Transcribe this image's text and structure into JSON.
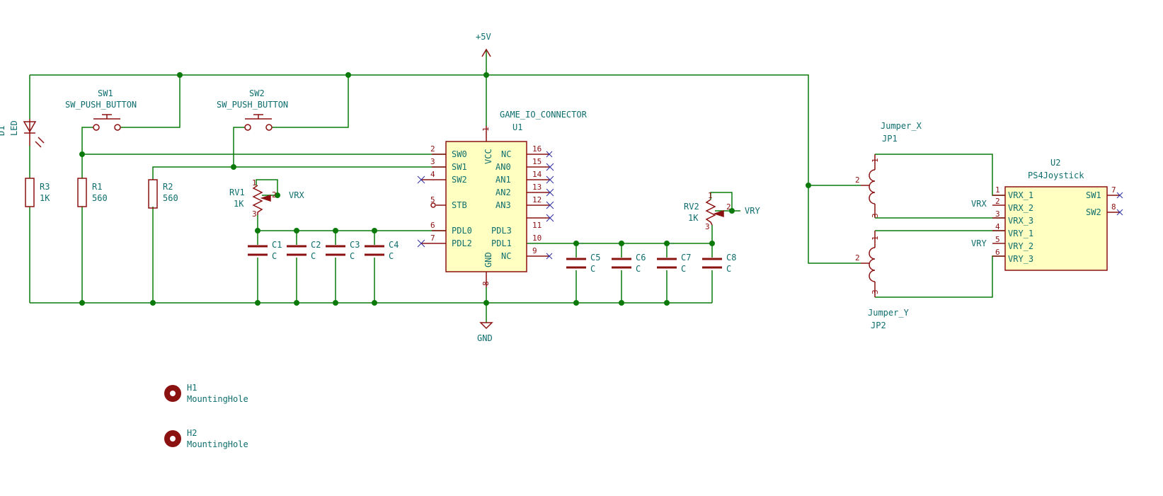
{
  "power": {
    "vcc_label": "+5V",
    "gnd_label": "GND"
  },
  "leds": [
    {
      "ref": "D1",
      "value": "LED"
    }
  ],
  "switches": [
    {
      "ref": "SW1",
      "value": "SW_PUSH_BUTTON"
    },
    {
      "ref": "SW2",
      "value": "SW_PUSH_BUTTON"
    }
  ],
  "resistors": [
    {
      "ref": "R3",
      "value": "1K"
    },
    {
      "ref": "R1",
      "value": "560"
    },
    {
      "ref": "R2",
      "value": "560"
    }
  ],
  "pots": [
    {
      "ref": "RV1",
      "value": "1K",
      "net": "VRX",
      "pins": [
        "1",
        "2",
        "3"
      ]
    },
    {
      "ref": "RV2",
      "value": "1K",
      "net": "VRY",
      "pins": [
        "1",
        "2",
        "3"
      ]
    }
  ],
  "capacitors": [
    {
      "ref": "C1",
      "value": "C"
    },
    {
      "ref": "C2",
      "value": "C"
    },
    {
      "ref": "C3",
      "value": "C"
    },
    {
      "ref": "C4",
      "value": "C"
    },
    {
      "ref": "C5",
      "value": "C"
    },
    {
      "ref": "C6",
      "value": "C"
    },
    {
      "ref": "C7",
      "value": "C"
    },
    {
      "ref": "C8",
      "value": "C"
    }
  ],
  "connector": {
    "name": "GAME_IO_CONNECTOR",
    "ref": "U1",
    "left_pins": [
      {
        "num": "2",
        "name": "SW0"
      },
      {
        "num": "3",
        "name": "SW1"
      },
      {
        "num": "4",
        "name": "SW2"
      },
      {
        "num": "5",
        "name": "STB"
      },
      {
        "num": "6",
        "name": "PDL0"
      },
      {
        "num": "7",
        "name": "PDL2"
      }
    ],
    "right_pins": [
      {
        "num": "16",
        "name": "NC"
      },
      {
        "num": "15",
        "name": "AN0"
      },
      {
        "num": "14",
        "name": "AN1"
      },
      {
        "num": "13",
        "name": "AN2"
      },
      {
        "num": "12",
        "name": "AN3"
      },
      {
        "num": "11",
        "name": "PDL3"
      },
      {
        "num": "10",
        "name": "PDL1"
      },
      {
        "num": "9",
        "name": "NC"
      }
    ],
    "vcc": {
      "num": "1",
      "name": "VCC"
    },
    "gnd": {
      "num": "8",
      "name": "GND"
    }
  },
  "jumpers": [
    {
      "name": "Jumper_X",
      "ref": "JP1",
      "pins": [
        "1",
        "2",
        "3"
      ]
    },
    {
      "name": "Jumper_Y",
      "ref": "JP2",
      "pins": [
        "1",
        "2",
        "3"
      ]
    }
  ],
  "joystick": {
    "ref": "U2",
    "name": "PS4Joystick",
    "left_pins": [
      {
        "num": "1",
        "name": "VRX_1"
      },
      {
        "num": "2",
        "name": "VRX_2"
      },
      {
        "num": "3",
        "name": "VRX_3"
      },
      {
        "num": "4",
        "name": "VRY_1"
      },
      {
        "num": "5",
        "name": "VRY_2"
      },
      {
        "num": "6",
        "name": "VRY_3"
      }
    ],
    "right_pins": [
      {
        "num": "7",
        "name": "SW1"
      },
      {
        "num": "8",
        "name": "SW2"
      }
    ],
    "net_labels": [
      "VRX",
      "VRY"
    ]
  },
  "mounting_holes": [
    {
      "ref": "H1",
      "value": "MountingHole"
    },
    {
      "ref": "H2",
      "value": "MountingHole"
    }
  ]
}
